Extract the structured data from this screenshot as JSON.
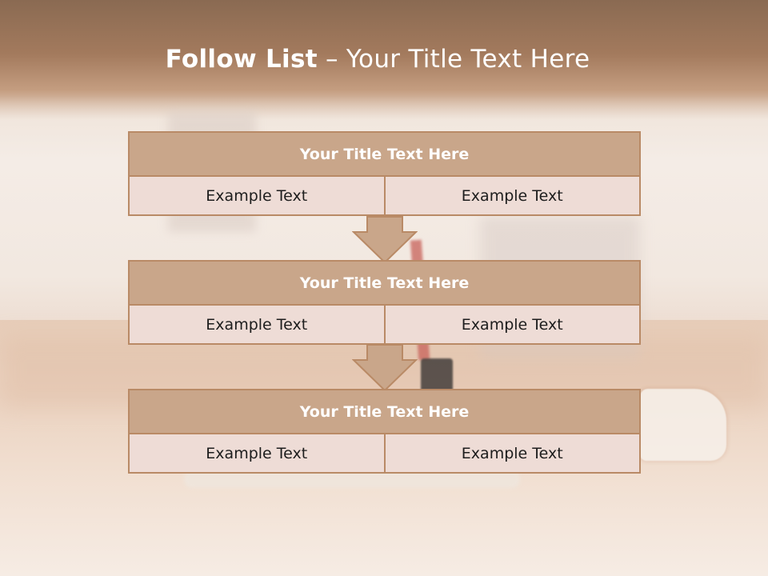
{
  "slide": {
    "title_bold": "Follow List",
    "title_rest": " – Your Title Text Here"
  },
  "steps": [
    {
      "header": "Your Title Text Here",
      "left": "Example Text",
      "right": "Example Text"
    },
    {
      "header": "Your Title Text Here",
      "left": "Example Text",
      "right": "Example Text"
    },
    {
      "header": "Your Title Text Here",
      "left": "Example Text",
      "right": "Example Text"
    }
  ],
  "colors": {
    "header_fill": "#c9a68a",
    "border": "#b98a66",
    "cell_fill": "#eedcd6"
  },
  "icons": {
    "connector": "down-arrow-icon"
  }
}
